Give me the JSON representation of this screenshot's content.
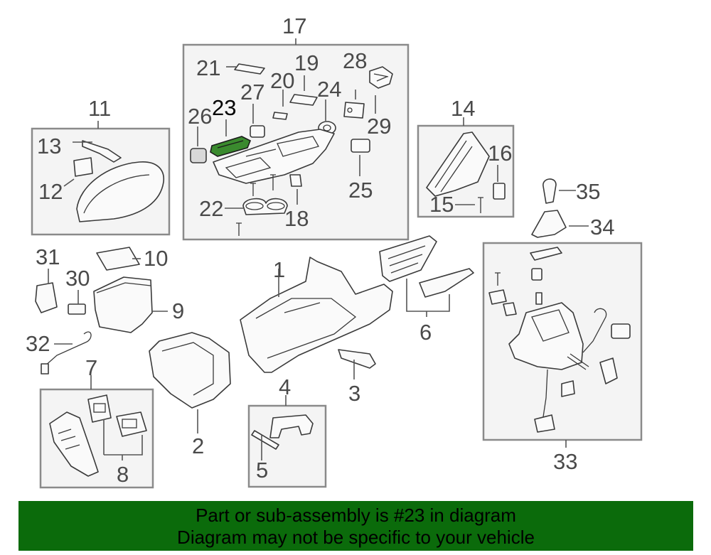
{
  "callouts": {
    "c1": "1",
    "c2": "2",
    "c3": "3",
    "c4": "4",
    "c5": "5",
    "c6": "6",
    "c7": "7",
    "c8": "8",
    "c9": "9",
    "c10": "10",
    "c11": "11",
    "c12": "12",
    "c13": "13",
    "c14": "14",
    "c15": "15",
    "c16": "16",
    "c17": "17",
    "c18": "18",
    "c19": "19",
    "c20": "20",
    "c21": "21",
    "c22": "22",
    "c23": "23",
    "c24": "24",
    "c25": "25",
    "c26": "26",
    "c27": "27",
    "c28": "28",
    "c29": "29",
    "c30": "30",
    "c31": "31",
    "c32": "32",
    "c33": "33",
    "c34": "34",
    "c35": "35"
  },
  "highlighted_part": "23",
  "colors": {
    "highlight": "#3a8a2e",
    "banner": "#0b6b0b"
  },
  "banner": {
    "line1": "Part or sub-assembly is #23 in diagram",
    "line2": "Diagram may not be specific to your vehicle"
  }
}
